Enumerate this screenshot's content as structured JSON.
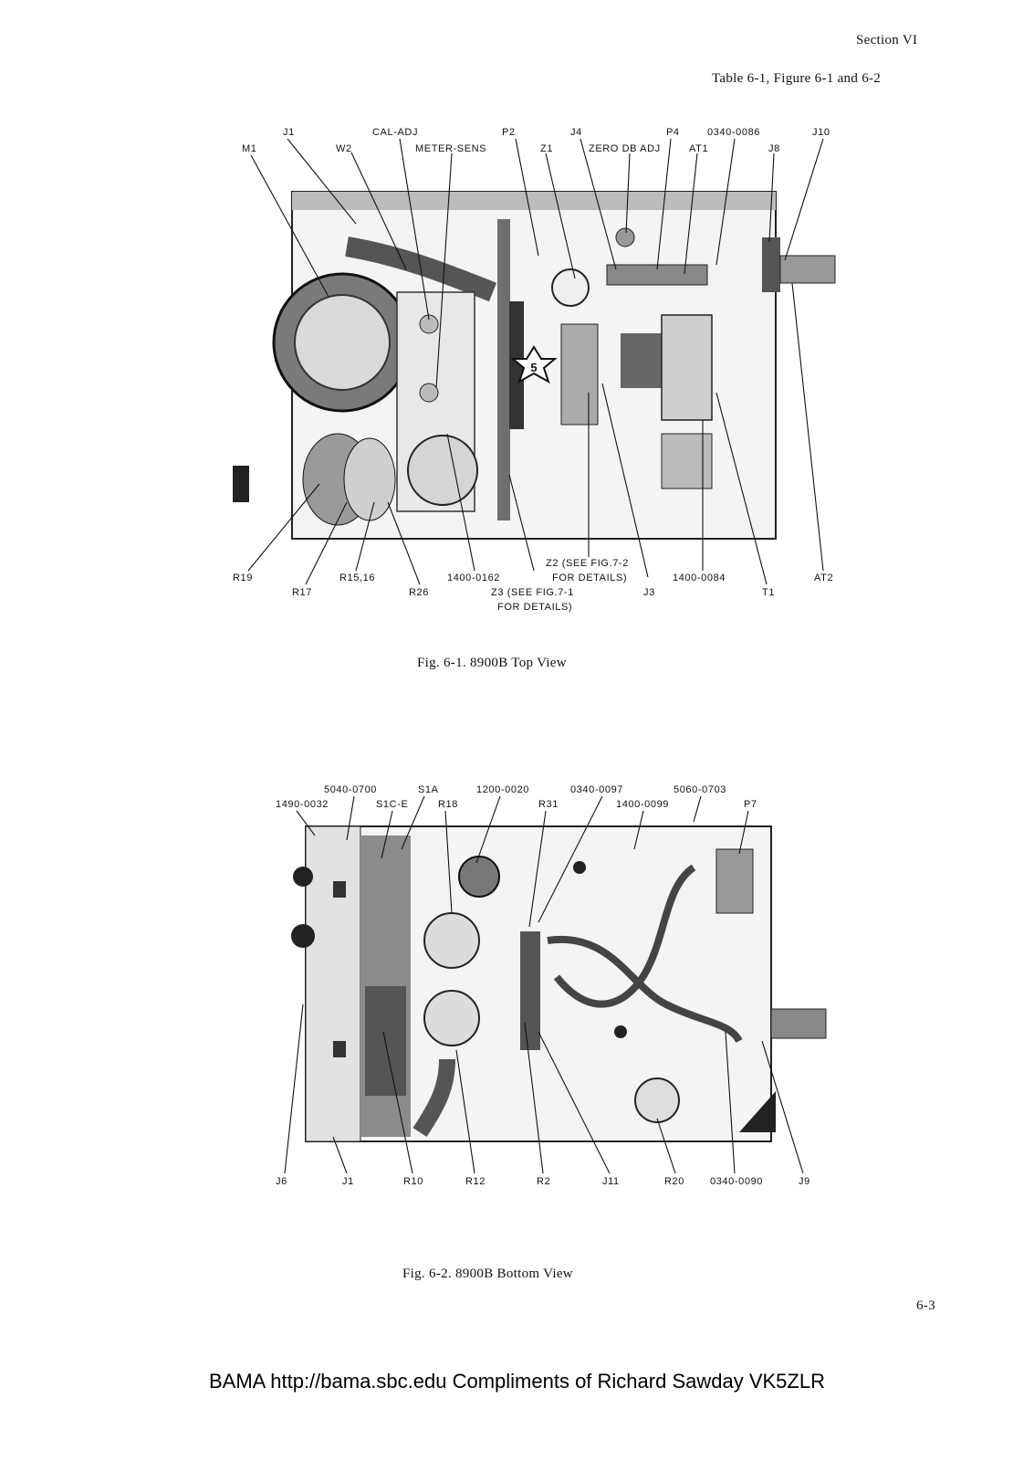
{
  "header": {
    "section": "Section VI",
    "subtitle": "Table 6-1, Figure 6-1 and 6-2"
  },
  "figure1": {
    "caption": "Fig. 6-1. 8900B Top View",
    "labels": {
      "j1": "J1",
      "m1": "M1",
      "w2": "W2",
      "cal_adj": "CAL-ADJ",
      "meter_sens": "METER-SENS",
      "p2": "P2",
      "z1": "Z1",
      "j4": "J4",
      "zero_db_adj": "ZERO DB ADJ",
      "p4": "P4",
      "at1": "AT1",
      "part_0340_0086": "0340-0086",
      "j8": "J8",
      "j10": "J10",
      "r19": "R19",
      "r17": "R17",
      "r15_16": "R15,16",
      "r26": "R26",
      "part_1400_0162": "1400-0162",
      "z2_line1": "Z2 (SEE FIG.7-2",
      "z2_line2": "FOR DETAILS)",
      "z3_line1": "Z3 (SEE FIG.7-1",
      "z3_line2": "FOR DETAILS)",
      "j3": "J3",
      "part_1400_0084": "1400-0084",
      "t1": "T1",
      "at2": "AT2",
      "marker": "5"
    }
  },
  "figure2": {
    "caption": "Fig. 6-2. 8900B Bottom View",
    "labels": {
      "part_5040_0700": "5040-0700",
      "s1a": "S1A",
      "part_1200_0020": "1200-0020",
      "part_0340_0097": "0340-0097",
      "part_5060_0703": "5060-0703",
      "part_1490_0032": "1490-0032",
      "s1c_e": "S1C-E",
      "r18": "R18",
      "r31": "R31",
      "part_1400_0099": "1400-0099",
      "p7": "P7",
      "j6": "J6",
      "j1": "J1",
      "r10": "R10",
      "r12": "R12",
      "r2": "R2",
      "j11": "J11",
      "r20": "R20",
      "part_0340_0090": "0340-0090",
      "j9": "J9"
    }
  },
  "page_number": "6-3",
  "footer": "BAMA http://bama.sbc.edu  Compliments of Richard Sawday VK5ZLR"
}
